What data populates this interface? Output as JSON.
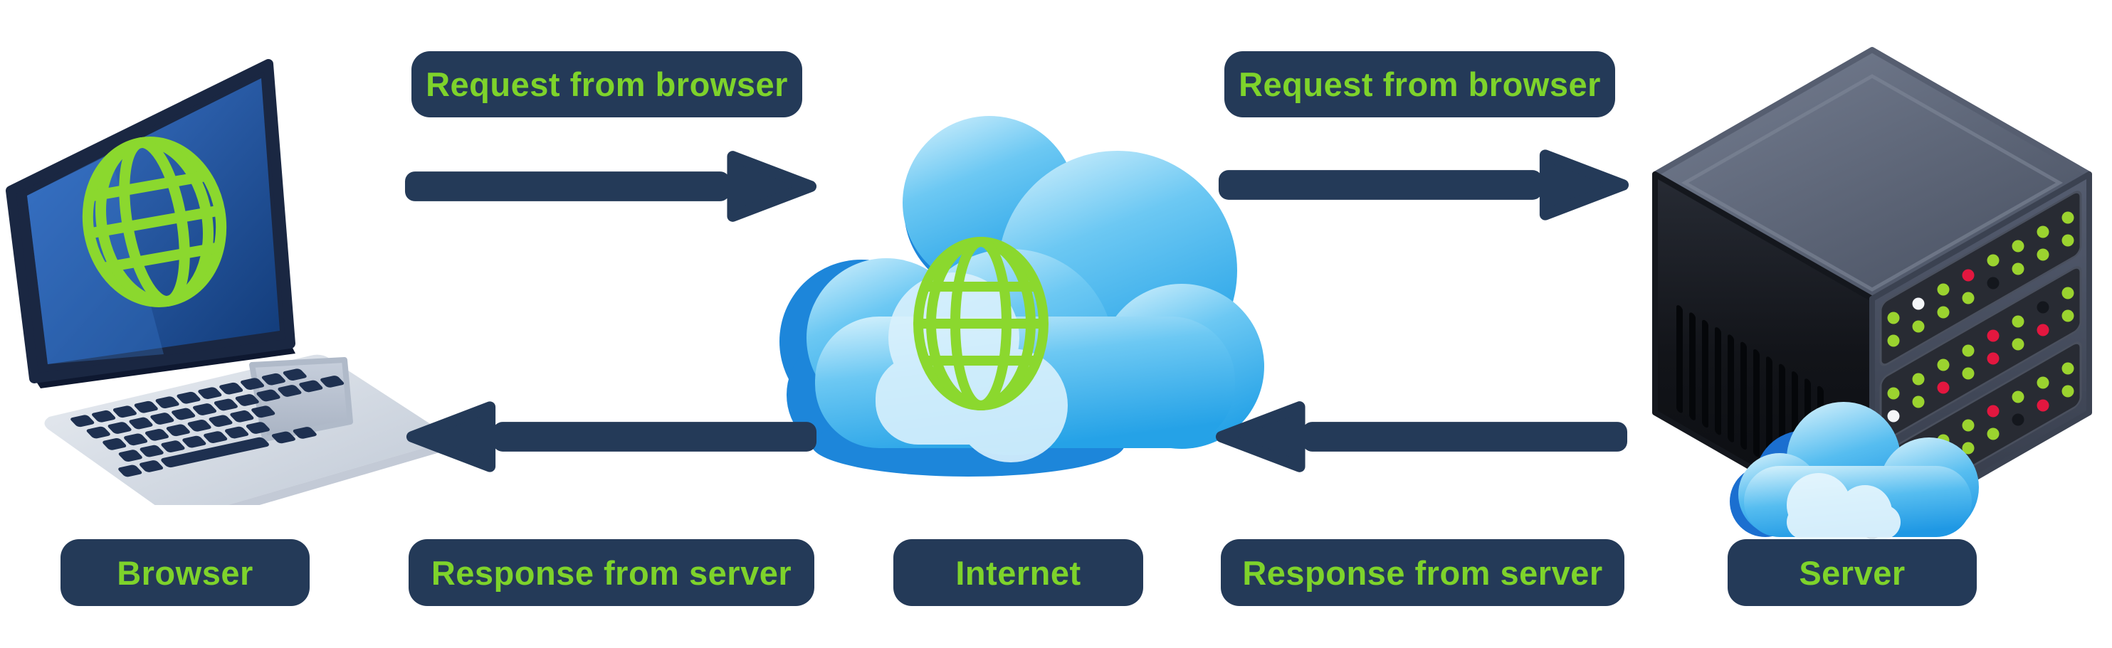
{
  "labels": {
    "request_left": "Request from browser",
    "request_right": "Request from browser",
    "browser": "Browser",
    "response_left": "Response from server",
    "internet": "Internet",
    "response_right": "Response from server",
    "server": "Server"
  },
  "icons": {
    "browser": "laptop-with-globe-icon",
    "internet": "cloud-with-globe-icon",
    "server": "server-rack-with-cloud-icon"
  },
  "arrows": [
    {
      "name": "request-browser-to-internet",
      "direction": "right",
      "label": "Request from browser"
    },
    {
      "name": "request-internet-to-server",
      "direction": "right",
      "label": "Request from browser"
    },
    {
      "name": "response-internet-to-browser",
      "direction": "left",
      "label": "Response from server"
    },
    {
      "name": "response-server-to-internet",
      "direction": "left",
      "label": "Response from server"
    }
  ],
  "colors": {
    "navy": "#243a58",
    "green_text": "#7ed32b",
    "globe_green": "#8bd82e",
    "cloud_blue": "#2aa7e8",
    "cloud_dark_blue": "#1d86da",
    "led_green": "#9bd32f",
    "led_red": "#e3173f",
    "background": "#ffffff"
  }
}
